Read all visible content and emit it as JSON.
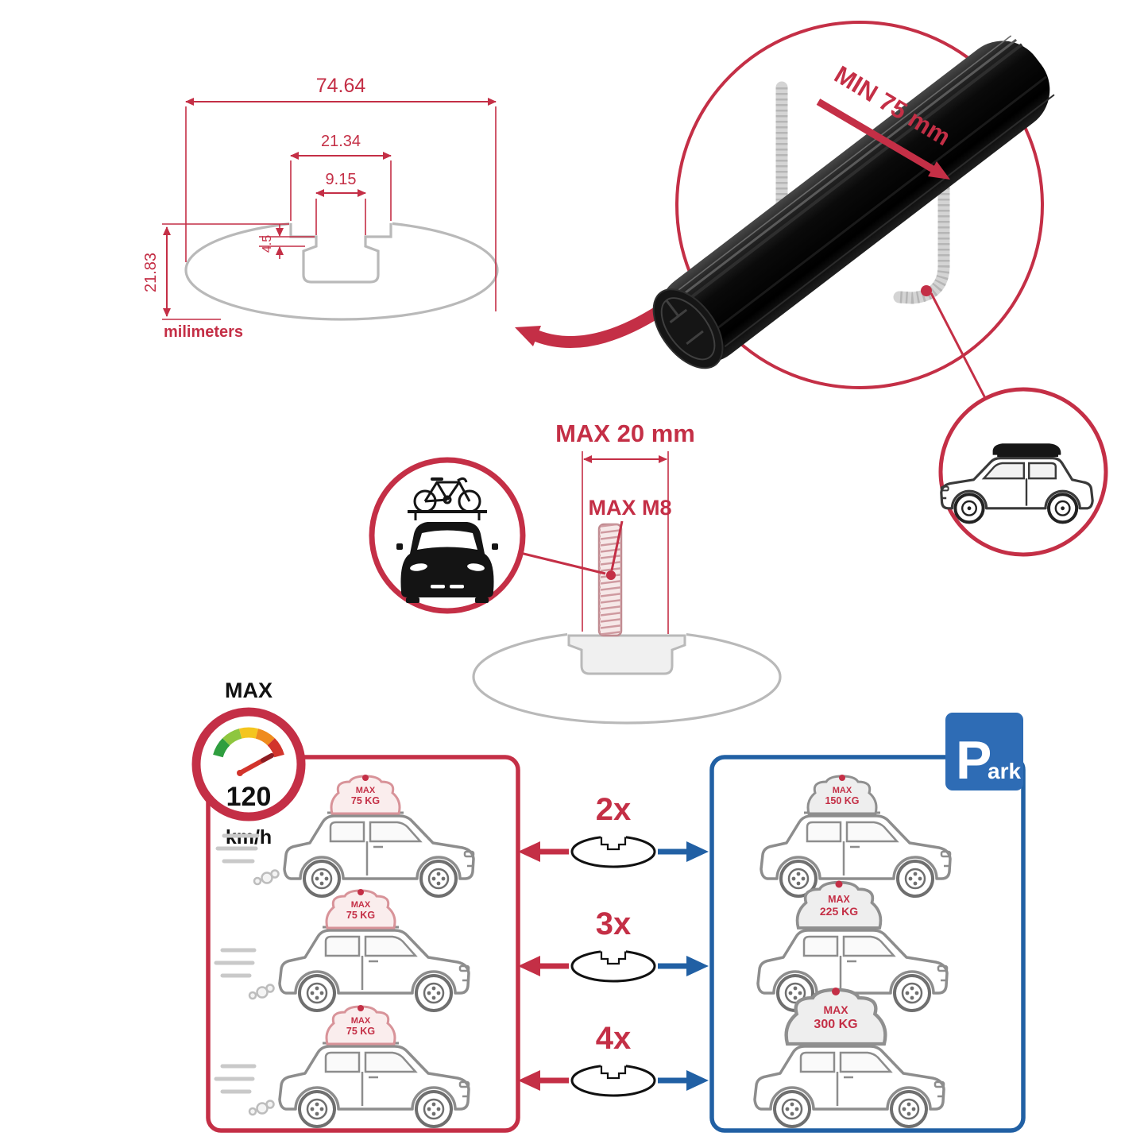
{
  "colors": {
    "accent_red": "#c42f46",
    "accent_blue": "#2160a4",
    "park_blue": "#2e6cb5",
    "outline_gray": "#b9b9b9",
    "bar_black": "#0d0d0d"
  },
  "dimensions": {
    "total_width": "74.64",
    "slot_outer_width": "21.34",
    "slot_inner_width": "9.15",
    "slot_step_depth": "4.5",
    "total_height": "21.83",
    "unit_label": "milimeters"
  },
  "crossbar_detail": {
    "min_span_label": "MIN 75 mm"
  },
  "bolt_spec": {
    "max_length_label": "MAX 20 mm",
    "max_thread_label": "MAX M8"
  },
  "speed_limit": {
    "title": "MAX",
    "value": "120",
    "unit": "km/h"
  },
  "park_sign": {
    "letter": "P",
    "rest": "ark"
  },
  "comparison": {
    "rows": [
      {
        "multiplier": "2x",
        "driving_load": {
          "line1": "MAX",
          "line2": "75 KG"
        },
        "parked_load": {
          "line1": "MAX",
          "line2": "150 KG"
        }
      },
      {
        "multiplier": "3x",
        "driving_load": {
          "line1": "MAX",
          "line2": "75 KG"
        },
        "parked_load": {
          "line1": "MAX",
          "line2": "225 KG"
        }
      },
      {
        "multiplier": "4x",
        "driving_load": {
          "line1": "MAX",
          "line2": "75 KG"
        },
        "parked_load": {
          "line1": "MAX",
          "line2": "300 KG"
        }
      }
    ]
  }
}
